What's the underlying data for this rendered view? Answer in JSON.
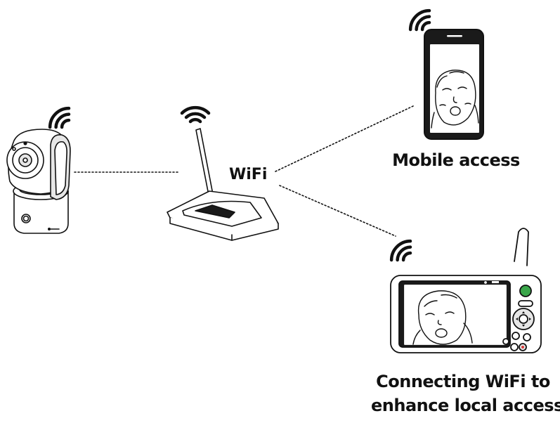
{
  "labels": {
    "wifi": "WiFi",
    "mobile_access": "Mobile access",
    "local_access_line1": "Connecting WiFi to",
    "local_access_line2": "enhance local access"
  },
  "colors": {
    "line": "#111111",
    "fill": "#ffffff",
    "shade": "#e6e6e6",
    "dark_stripe": "#1a1a1a",
    "logo_green": "#3aa64a"
  },
  "icons": {
    "camera": "baby-camera-icon",
    "router": "wifi-router-icon",
    "phone": "mobile-phone-icon",
    "monitor": "parent-monitor-icon",
    "signal": "wifi-signal-icon"
  }
}
